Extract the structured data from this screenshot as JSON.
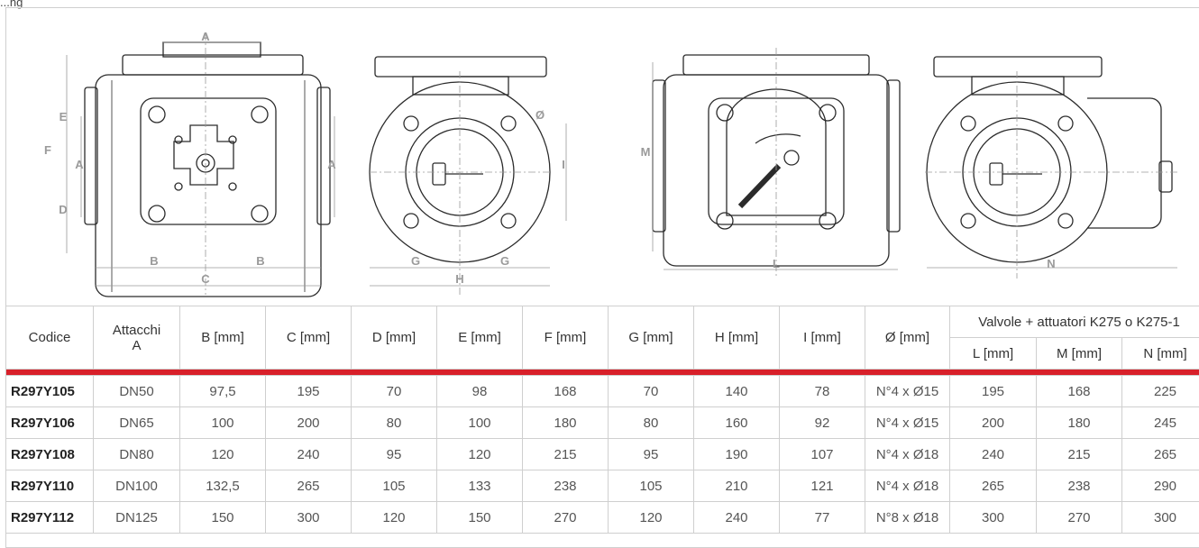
{
  "header": {
    "title": "...ng"
  },
  "drawing_labels": {
    "A": "A",
    "B": "B",
    "C": "C",
    "D": "D",
    "E": "E",
    "F": "F",
    "G": "G",
    "H": "H",
    "I": "I",
    "M": "M",
    "L": "L",
    "N": "N",
    "O": "Ø"
  },
  "table": {
    "headers": {
      "codice": "Codice",
      "attacchi_line1": "Attacchi",
      "attacchi_line2": "A",
      "b": "B [mm]",
      "c": "C [mm]",
      "d": "D [mm]",
      "e": "E [mm]",
      "f": "F [mm]",
      "g": "G [mm]",
      "h": "H [mm]",
      "i": "I [mm]",
      "o": "Ø [mm]",
      "group": "Valvole + attuatori K275 o K275-1",
      "l": "L [mm]",
      "m": "M [mm]",
      "n": "N [mm]"
    },
    "rows": [
      {
        "codice": "R297Y105",
        "a": "DN50",
        "b": "97,5",
        "c": "195",
        "d": "70",
        "e": "98",
        "f": "168",
        "g": "70",
        "h": "140",
        "i": "78",
        "o": "N°4 x Ø15",
        "l": "195",
        "m": "168",
        "n": "225"
      },
      {
        "codice": "R297Y106",
        "a": "DN65",
        "b": "100",
        "c": "200",
        "d": "80",
        "e": "100",
        "f": "180",
        "g": "80",
        "h": "160",
        "i": "92",
        "o": "N°4 x Ø15",
        "l": "200",
        "m": "180",
        "n": "245"
      },
      {
        "codice": "R297Y108",
        "a": "DN80",
        "b": "120",
        "c": "240",
        "d": "95",
        "e": "120",
        "f": "215",
        "g": "95",
        "h": "190",
        "i": "107",
        "o": "N°4 x Ø18",
        "l": "240",
        "m": "215",
        "n": "265"
      },
      {
        "codice": "R297Y110",
        "a": "DN100",
        "b": "132,5",
        "c": "265",
        "d": "105",
        "e": "133",
        "f": "238",
        "g": "105",
        "h": "210",
        "i": "121",
        "o": "N°4 x Ø18",
        "l": "265",
        "m": "238",
        "n": "290"
      },
      {
        "codice": "R297Y112",
        "a": "DN125",
        "b": "150",
        "c": "300",
        "d": "120",
        "e": "150",
        "f": "270",
        "g": "120",
        "h": "240",
        "i": "77",
        "o": "N°8 x Ø18",
        "l": "300",
        "m": "270",
        "n": "300"
      }
    ]
  }
}
